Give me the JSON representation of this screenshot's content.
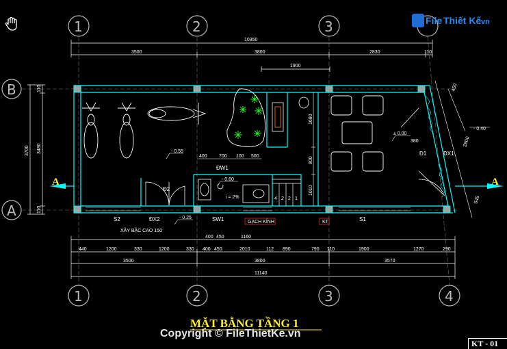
{
  "title": "MẶT BẰNG TẦNG 1",
  "copyright": "Copyright © FileThietKe.vn",
  "brand": {
    "part1": "File",
    "part2": "Thiết Kế",
    "part3": ".vn"
  },
  "sheet_code": "KT - 01",
  "grid_cols": [
    "1",
    "2",
    "3",
    "4"
  ],
  "grid_rows": [
    "B",
    "A"
  ],
  "section_mark": "A",
  "dims_top": {
    "total": "10350",
    "a": "3500",
    "b": "3800",
    "c": "2830",
    "d": "110",
    "inner": "1900"
  },
  "dims_bottom": {
    "row1": [
      "440",
      "1200",
      "330",
      "1200",
      "330",
      "400",
      "450",
      "2010",
      "112",
      "890",
      "790",
      "110",
      "1900",
      "1270",
      "290"
    ],
    "row2": [
      "3500",
      "3800",
      "3570"
    ],
    "total": "11140",
    "mid": "1160"
  },
  "dims_left": {
    "total": "3700",
    "inner": "3480",
    "t": "110",
    "b": "110"
  },
  "dims_right": {
    "a": "450",
    "b": "2800",
    "c": "545",
    "level": "- 0.40"
  },
  "dims_inner": {
    "d400": "400",
    "d700": "700",
    "d100": "100",
    "d500": "500",
    "v1680": "1680",
    "v800": "800",
    "v1010": "1010",
    "v380": "380"
  },
  "levels": {
    "l055": "- 0.55",
    "l000": "± 0.00",
    "l060": "- 0.60",
    "l025": "- 0.25",
    "slope": "i = 2%"
  },
  "labels": {
    "s1": "S1",
    "s2": "S2",
    "sw1": "SW1",
    "dw1": "ĐW1",
    "dx1": "ĐX1",
    "dx2": "ĐX2",
    "d1": "Đ1",
    "d2": "Đ2",
    "kt": "KT",
    "glass": "GẠCH KÍNH",
    "step": "XÂY BẬC CAO 150"
  },
  "stairs": [
    "4",
    "2",
    "2",
    "1"
  ],
  "colors": {
    "wall": "#00ffff",
    "dim": "#ffffff",
    "title": "#ffee22",
    "tree": "#22ee22",
    "furniture": "#ffffff",
    "column": "#9aa6a6"
  }
}
